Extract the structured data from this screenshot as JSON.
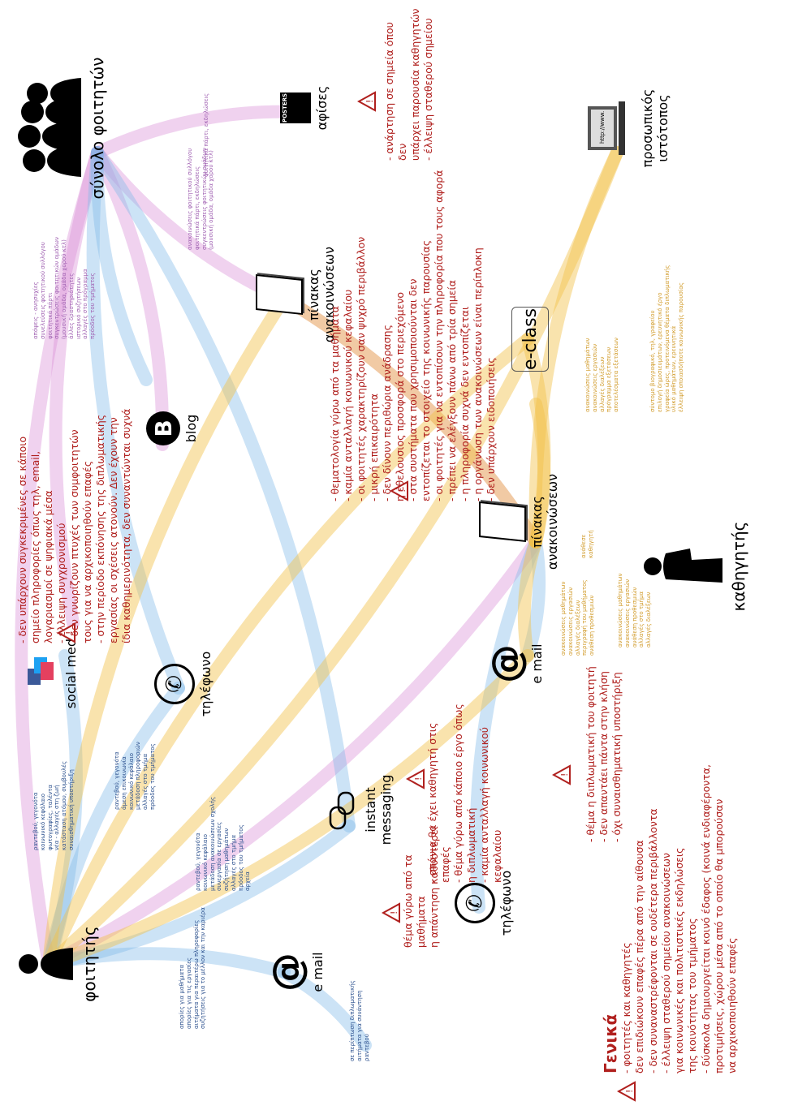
{
  "nodes": {
    "students_all": {
      "label": "σύνολο φοιτητών"
    },
    "student": {
      "label": "φοιτητής"
    },
    "professor": {
      "label": "καθηγητής"
    },
    "posters": {
      "label": "αφίσες",
      "icon_text": "POSTERS"
    },
    "board_top": {
      "label": "πίνακας ανακοινώσεων"
    },
    "board_mid": {
      "label": "πίνακας ανακοινώσεων"
    },
    "blog": {
      "label": "blog"
    },
    "eclass": {
      "label": "e-class"
    },
    "website": {
      "label": "προσωπικός ιστότοπος",
      "screen_text": "http://www."
    },
    "social": {
      "label": "social media"
    },
    "phone1": {
      "label": "τηλέφωνο"
    },
    "phone2": {
      "label": "τηλέφωνο"
    },
    "email1": {
      "label": "e mail"
    },
    "email2": {
      "label": "e mail"
    },
    "instant": {
      "label": "instant messaging"
    }
  },
  "red_notes": {
    "posters_issues": "- ανάρτηση σε σημεία όπου δεν\nυπάρχει παρουσία καθηγητών\n- έλλειψη σταθερού σημείου",
    "board_issues": "- θεματολογία γύρω από τα μαθήματα\n- καμία ανταλλαγή κοινωνικού κεφαλαίου\n- οι φοιτητές χαρακτηρίζουν σαν ψυχρό περιβάλλον\n- μικρή επικαιρότητα\n- δεν δίνουν περιθώρια ανάδρασης\nη έθελουσιος προσφορά στο περιεχόμενο\n- στα συστήματα που χρησιμοποιούνται δεν\nεντοπίζεται το στοιχείο της κοινωνικής παρουσίας\n- οι φοιτητές για να εντοπίσουν την πληροφορία που τους αφορά\n- πρέπει να ελέγξουν πάνω από τρία σημεία\n- η πληροφορία συχνά δεν εντοπίζεται\n- η οργάνωση των ανακοινώσεων είναι περίπλοκη\n- δεν υπάρχουν ειδοποιήσεις",
    "social_issues": "- δεν υπάρχουν συγκεκριμένες σε κάποιο\nσημείο πληροφορίες όπως τηλ, email,\nλογαριασμοί σε ψηφιακά μέσα\n- έλλειψη συγχρονισμού\n- δεν γνωρίζουν πτυχές των συμφοιτητών\nτους για να αρχικοποιηθούν επαφές\n- στην περίοδο εκπόνησης της διπλωματικής\nεργασίας οι σχέσεις ατονούν. Δεν έχουν την\nίδια καθημερινότητα, δεν συναντώνται συχνά",
    "contact_issues": "- σπάνια θα έχει καθηγητή στις επαφές\n- θέμα γύρω από κάποιο έργο όπως\nη διπλωματική\n- καμία ανταλλαγή κοινωνικού κεφαλαίου",
    "thesis_issues": "- θέμα η διπλωματική του φοιτητή\n- δεν απαντάει πάντα στην κλήση\n- όχι συναισθηματική υποστήριξη",
    "phone_issues": "θέμα γύρω από τα μαθήματα\nη απάντηση καθυστερεί"
  },
  "general": {
    "title": "Γενικά",
    "body": "- φοιτητές και καθηγητές\nδεν επιδιώκουν επαφές πέρα από την αίθουσα\n- δεν συναναστρέφονται σε ουδέτερα περιβάλλοντα\n- έλλειψη σταθερού σημείου ανακοινώσεων\nγια κοινωνικές και πολιτιστικές εκδηλώσεις\nτης κοινότητας του τμήματος\n- δύσκολα δημιουργείται κοινό έδαφος (κοινά ενδιαφέροντα,\nπροτιμήσεις, χώρου μέσα από το οποίο θα μπορούσαν\nνα αρχικοποιηθούν επαφές"
  },
  "small_notes": {
    "posters_purple": "φοιτητικά πάρτι, εκδηλώσεις",
    "students_purple": "απόψεις - ανησυχίες\nσυνελεύσεις φοιτητικού συλλόγου\nφοιτητικά πάρτι\nσυγκεντρώσεις φοιτητικών ομάδων\n(μουσική ομάδα, ομάδα χορού κτλ)\nάλλες δραστηριότητες\nιστορικό συζητήσεων\nαλλαγές στο πρόγραμμα\nπρόοδος του τμήματος",
    "board_purple": "ανακοινώσεις φοιτητικού συλλόγου\nφοιτητικά πάρτι, εκδηλώσεις\nσυγκεντρώσεις φοιτητικών ομάδων\n(μουσική ομάδα, ομάδα χορού κτλ)",
    "social_blue": "ραντεβού, γεγονότα\nκοινωνικό κεφάλαιο\nφωτογραφίες, ταλέντα\nνέα - αλλαγές στη ζωή\nκατάσταση ατόμου, συμβουλές\nσυναισθηματική υποστήριξη",
    "phone1_blue": "ραντεβού, γεγονότα\nάμεση επικοινωνία\nκοινωνικό κεφάλαιο\nμετάδοση πληροφοριών\nαλλαγές στο τμήμα\nπρόοδος του τμήματος",
    "instant_blue": "ραντεβού, γεγονότα\nκοινωνικό κεφάλαιο\nμετάδοση ανακοινώσεων σχολής\nσυνεργασία σε εργασίες\nσυζήτηση μαθημάτων\nαλλαγές στο τμήμα\nπρόοδος του τμήματος\nαρχεία",
    "email1_blue": "απορίες για μαθήματα\nαπορίες για τις εργασίες\nαιτήματα για περαιτέρω πληροφορίες\nσυζητήσεις για το μέλλον και την καριέρα",
    "thesis_blue": "σε περίπτωση διπλωματικής\nαιτήματα για συνάντηση\nραντεβού",
    "board_mid_orange": "ανακοινώσεις μαθημάτων\nανακοινώσεις εργασιών\nαλλαγές διαλέξεων\nπρόγραμμα εξετάσεων\nαποτελέσματα εξετάσεων",
    "prof_orange": "ανακοινώσεις μαθημάτων\nανακοινώσεις εργασιών\nαλλαγές διαλέξεων\nπεριγραφή του μαθήματος\nανάθεση προθεσμιών",
    "website_orange": "σύντομο βιογραφικό, τηλ, γραφείου\nεπιλογή δημοσιευμάτων, ερευνητικό έργο\nγραφεία ώρες, προτεινόμενα θέματα διπλωματικής\nυλικό μαθημάτων, ερευνητικά\nέλλειψη οποιασδήποτε κοινωνικής παρουσίας",
    "email2_orange": "ανακοινώσεις μαθημάτων\nανακοινώσεις εργασιών\nανάθεση προθεσμιών\nαλλαγές στο τμήμα\nαλλαγές διαλέξεων",
    "advisor_orange": "ανάθεσε\nκαθηγητή"
  },
  "colors": {
    "purple": "#d98fd6",
    "blue": "#7fb8e8",
    "orange": "#f2c14a",
    "red": "#b0201e"
  }
}
